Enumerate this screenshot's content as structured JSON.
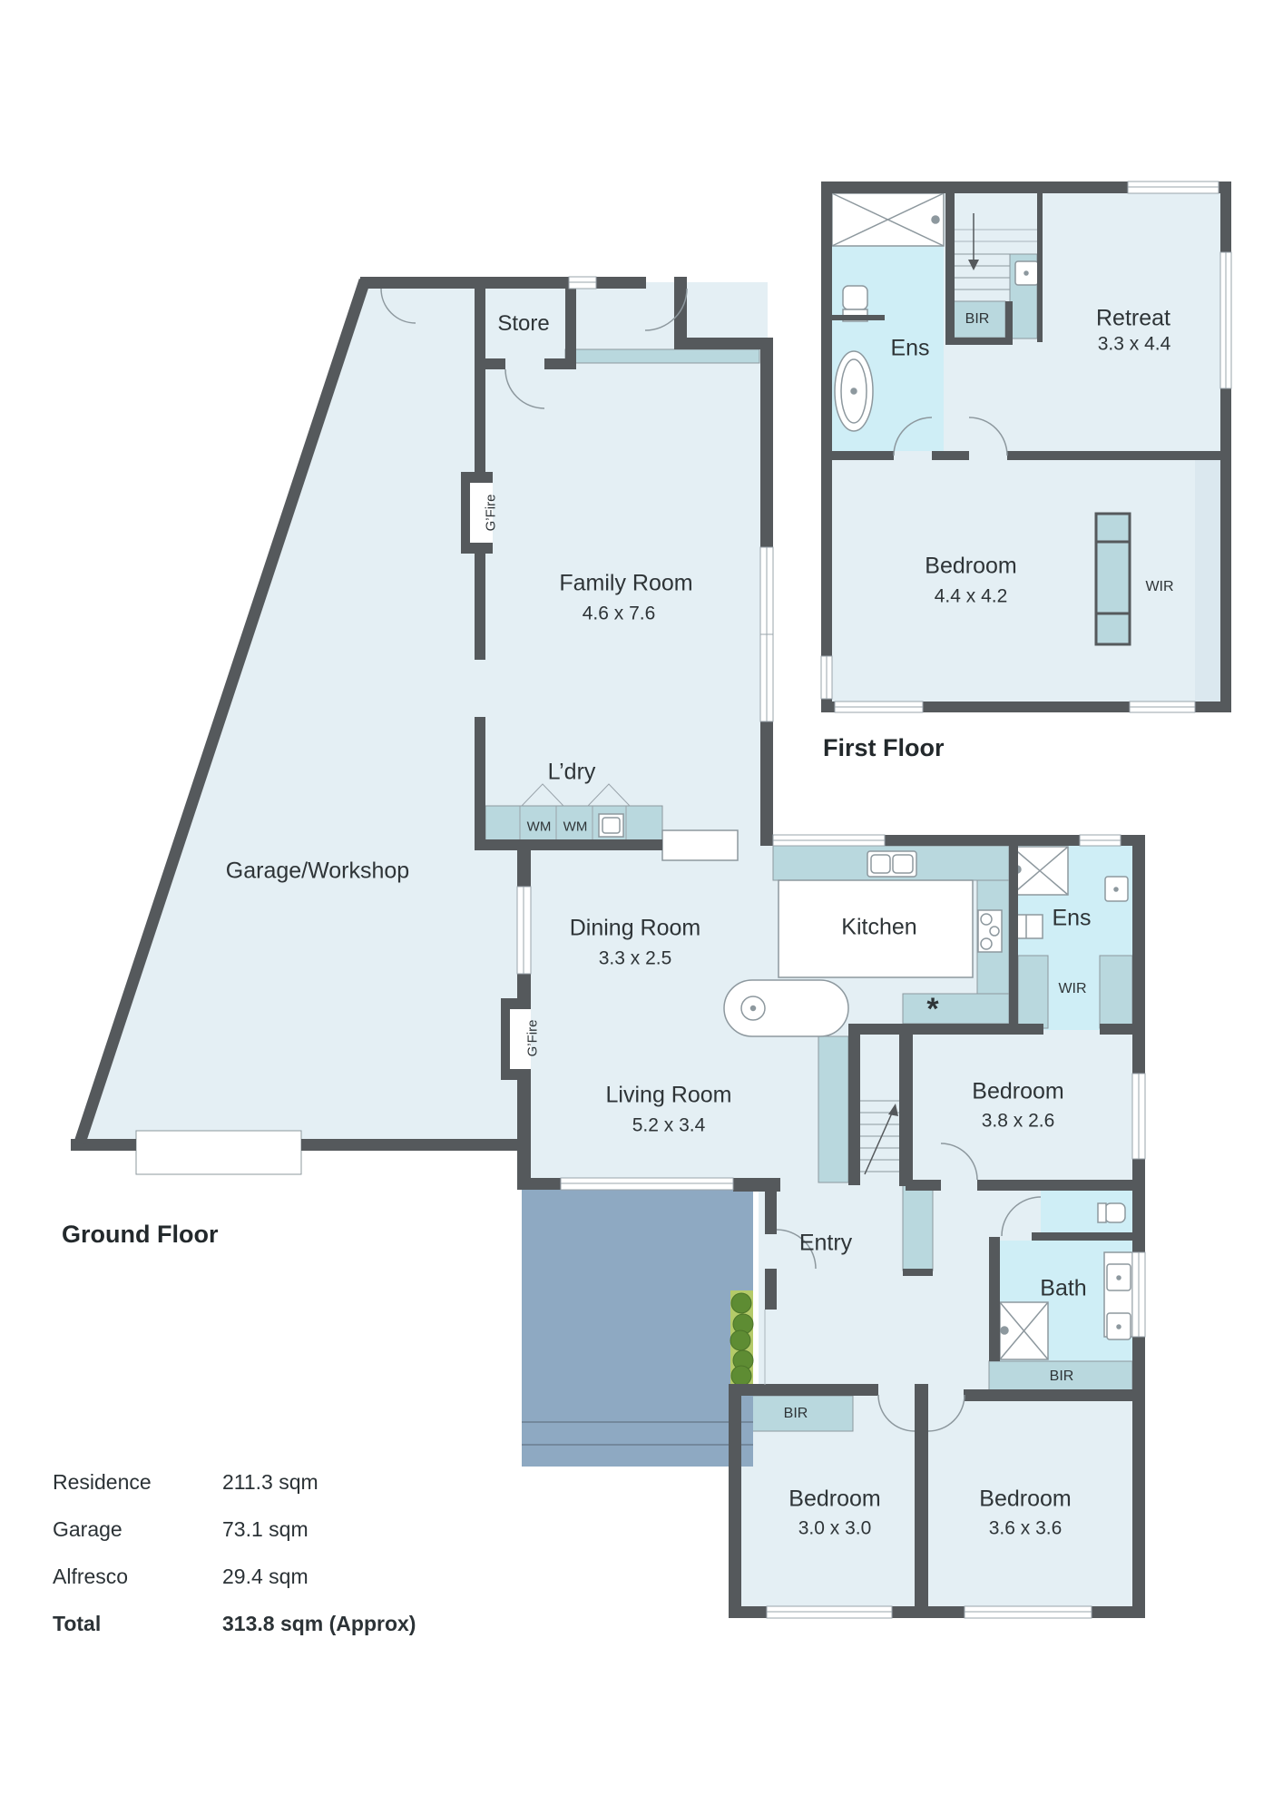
{
  "first_floor": {
    "title": "First Floor",
    "ens": "Ens",
    "bir": "BIR",
    "retreat": "Retreat",
    "retreat_dims": "3.3 x 4.4",
    "bedroom": "Bedroom",
    "bedroom_dims": "4.4 x 4.2",
    "wir": "WIR"
  },
  "ground_floor": {
    "title": "Ground Floor",
    "store": "Store",
    "family_room": "Family Room",
    "family_room_dims": "4.6 x 7.6",
    "gfire_family": "G’Fire",
    "gfire_living": "G’Fire",
    "ldry": "L’dry",
    "wm_left": "WM",
    "wm_right": "WM",
    "garage": "Garage/Workshop",
    "dining": "Dining Room",
    "dining_dims": "3.3 x 2.5",
    "kitchen": "Kitchen",
    "kitchen_star": "*",
    "ens": "Ens",
    "wir": "WIR",
    "living": "Living Room",
    "living_dims": "5.2 x 3.4",
    "bedroom_mid": "Bedroom",
    "bedroom_mid_dims": "3.8 x 2.6",
    "entry": "Entry",
    "bath": "Bath",
    "bir_bath": "BIR",
    "bir_left": "BIR",
    "bedroom_left": "Bedroom",
    "bedroom_left_dims": "3.0 x 3.0",
    "bedroom_right": "Bedroom",
    "bedroom_right_dims": "3.6 x 3.6"
  },
  "legend": {
    "rows": [
      {
        "label": "Residence",
        "value": "211.3 sqm"
      },
      {
        "label": "Garage",
        "value": "73.1 sqm"
      },
      {
        "label": "Alfresco",
        "value": "29.4 sqm"
      }
    ],
    "total_label": "Total",
    "total_value": "313.8 sqm (Approx)"
  },
  "colors": {
    "wall": "#55595c",
    "room": "#e4eff4",
    "wet": "#cfeef6",
    "bench": "#b9d8de",
    "alfresco": "#8ea9c2",
    "garden": "#b4ca69"
  }
}
